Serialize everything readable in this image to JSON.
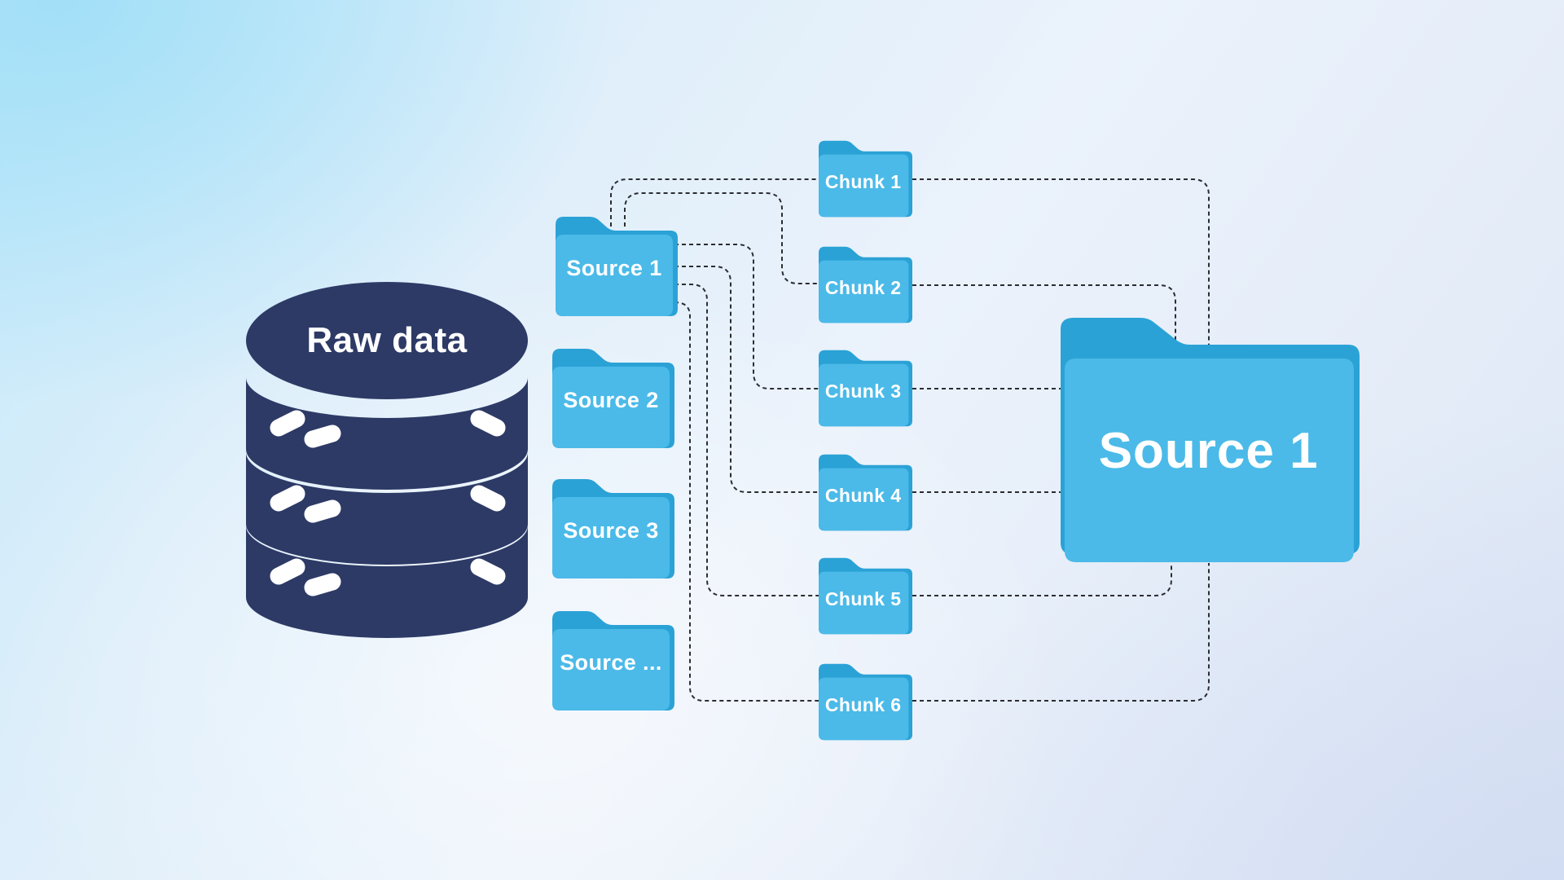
{
  "database": {
    "label": "Raw data"
  },
  "source_folders": [
    {
      "label": "Source 1"
    },
    {
      "label": "Source 2"
    },
    {
      "label": "Source 3"
    },
    {
      "label": "Source ..."
    }
  ],
  "chunk_folders": [
    {
      "label": "Chunk 1"
    },
    {
      "label": "Chunk 2"
    },
    {
      "label": "Chunk 3"
    },
    {
      "label": "Chunk 4"
    },
    {
      "label": "Chunk 5"
    },
    {
      "label": "Chunk 6"
    }
  ],
  "output_folder": {
    "label": "Source 1"
  },
  "colors": {
    "database": "#2d3a66",
    "folder-front": "#4bbae8",
    "folder-back": "#2ba2d6",
    "label-text": "#ffffff",
    "connector": "#2b2d33",
    "canvas-top-left": "#c3e9f9",
    "canvas-center": "#ebf2fb",
    "canvas-bottom-right": "#dce5f4"
  }
}
